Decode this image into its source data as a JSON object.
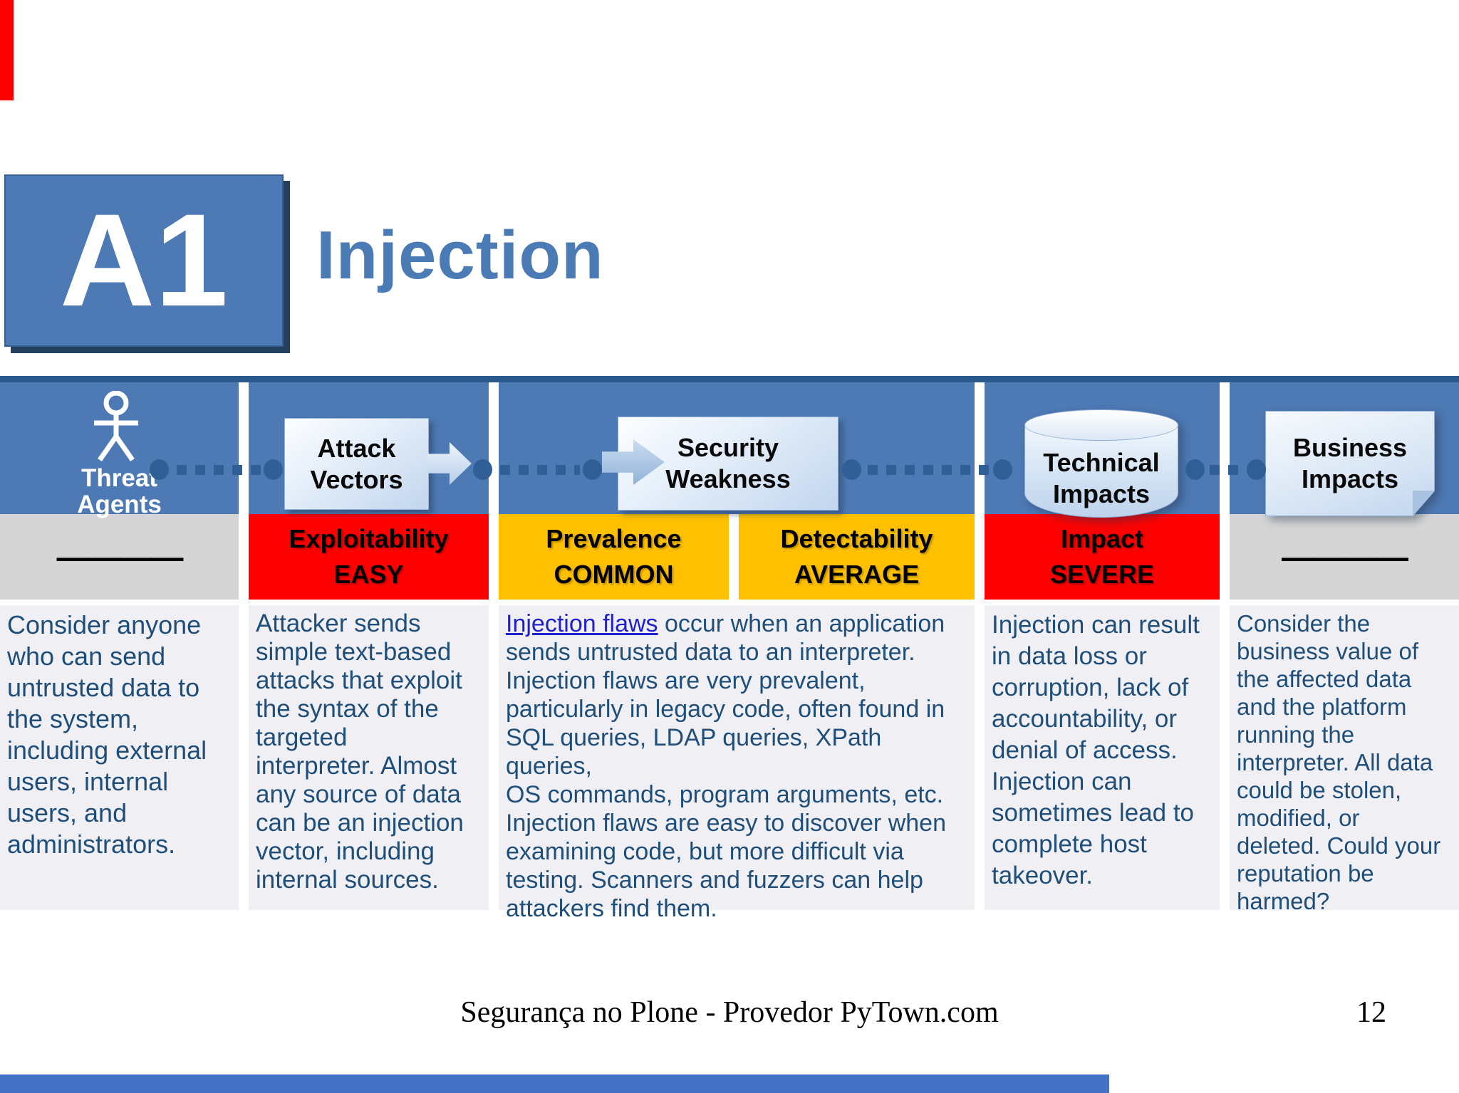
{
  "slide": {
    "risk_id": "A1",
    "title": "Injection",
    "footer_text": "Segurança no Plone - Provedor PyTown.com",
    "page_number": "12"
  },
  "colors": {
    "header_blue": "#4d79b4",
    "table_border_blue": "#2b5b8c",
    "connector_blue": "#2f5f96",
    "rating_red": "#fe0000",
    "rating_amber": "#ffc000",
    "rating_gray": "#d5d5d5",
    "body_bg": "#f0f0f4",
    "body_text_blue": "#1f4e79",
    "link_blue": "#2020d0",
    "title_blue": "#4b7bb5",
    "edge_red_bar": "#fd0000",
    "edge_blue_bar": "#4472c4"
  },
  "table": {
    "columns": [
      {
        "key": "threat_agents",
        "header": "Threat\nAgents",
        "rating_placeholder": "————",
        "body": "Consider anyone\nwho can send\nuntrusted data to\nthe system,\nincluding external\nusers, internal\nusers, and\nadministrators."
      },
      {
        "key": "attack_vectors",
        "header": "Attack\nVectors",
        "rating": {
          "label": "Exploitability",
          "value": "EASY"
        },
        "body": "Attacker sends\nsimple text-based\nattacks that exploit\nthe syntax of the\ntargeted\ninterpreter. Almost\nany source of data\ncan be an injection\nvector, including\ninternal sources."
      },
      {
        "key": "security_weakness",
        "header": "Security\nWeakness",
        "ratings": [
          {
            "label": "Prevalence",
            "value": "COMMON"
          },
          {
            "label": "Detectability",
            "value": "AVERAGE"
          }
        ],
        "body_link_text": "Injection flaws",
        "body_rest": " occur when an application\nsends untrusted data to an interpreter.\nInjection flaws are very prevalent,\nparticularly in legacy code, often found in\nSQL queries, LDAP queries, XPath queries,\nOS commands, program arguments, etc.\nInjection flaws are easy to discover when\nexamining code, but more difficult via\ntesting. Scanners and fuzzers can help\nattackers find them."
      },
      {
        "key": "technical_impacts",
        "header": "Technical\nImpacts",
        "rating": {
          "label": "Impact",
          "value": "SEVERE"
        },
        "body": "Injection can result\nin data loss or\ncorruption, lack of\naccountability, or\ndenial of access.\nInjection can\nsometimes lead to\ncomplete host\ntakeover."
      },
      {
        "key": "business_impacts",
        "header": "Business\nImpacts",
        "rating_placeholder": "————",
        "body": "Consider the\nbusiness value of\nthe affected data\nand the platform\nrunning the\ninterpreter. All data\ncould be stolen,\nmodified, or\ndeleted.  Could your\nreputation be\nharmed?"
      }
    ]
  }
}
